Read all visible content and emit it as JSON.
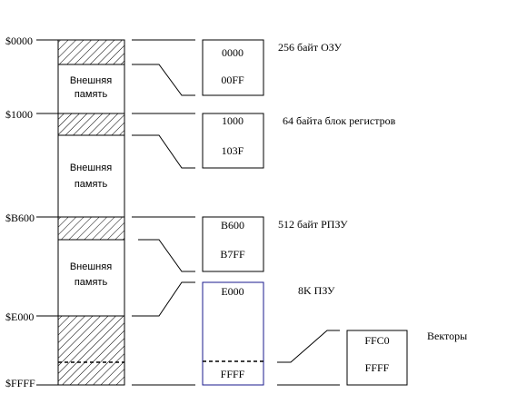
{
  "address_labels": [
    "$0000",
    "$1000",
    "$B600",
    "$E000",
    "$FFFF"
  ],
  "external_memory": {
    "line1": "Внешняя",
    "line2": "память"
  },
  "blocks": [
    {
      "start": "0000",
      "end": "00FF",
      "description": "256 байт ОЗУ"
    },
    {
      "start": "1000",
      "end": "103F",
      "description": "64 байта блок регистров"
    },
    {
      "start": "B600",
      "end": "B7FF",
      "description": "512 байт РПЗУ"
    },
    {
      "start": "E000",
      "end": "FFFF",
      "description": "8K ПЗУ"
    }
  ],
  "vectors": {
    "start": "FFC0",
    "end": "FFFF",
    "description": "Векторы"
  },
  "colors": {
    "rom_border": "#1a1a8c",
    "line": "#000000"
  }
}
